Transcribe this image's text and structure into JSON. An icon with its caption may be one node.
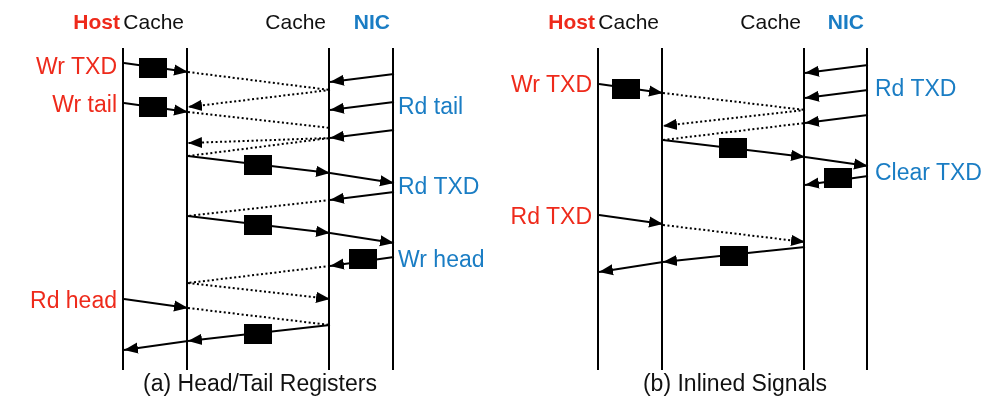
{
  "diagram": {
    "nodes": [
      {
        "text": [
          "Host"
        ]
      },
      {
        "text": [
          "Cache"
        ]
      },
      {
        "text": [
          "Cache"
        ]
      },
      {
        "text": [
          "NIC"
        ]
      },
      {
        "text": [
          "Host"
        ]
      },
      {
        "text": [
          "Cache"
        ]
      },
      {
        "text": [
          "Cache"
        ]
      },
      {
        "text": [
          "NIC"
        ]
      }
    ],
    "edges": [
      {
        "from": 0,
        "to": 1,
        "arrow": "to"
      },
      {
        "from": 1,
        "to": 2,
        "arrow": "none",
        "style": "dashed"
      },
      {
        "from": 3,
        "to": 2,
        "arrow": "to"
      },
      {
        "from": 2,
        "to": 1,
        "arrow": "to",
        "style": "dashed"
      },
      {
        "from": 0,
        "to": 1,
        "arrow": "to"
      },
      {
        "from": 1,
        "to": 2,
        "arrow": "none",
        "style": "dashed"
      },
      {
        "from": 3,
        "to": 2,
        "arrow": "to"
      },
      {
        "from": 3,
        "to": 2,
        "arrow": "to"
      },
      {
        "from": 2,
        "to": 1,
        "arrow": "to",
        "style": "dashed"
      },
      {
        "from": 1,
        "to": 2,
        "arrow": "none",
        "style": "dashed"
      },
      {
        "from": 1,
        "to": 2,
        "arrow": "to"
      },
      {
        "from": 2,
        "to": 3,
        "arrow": "to"
      },
      {
        "from": 3,
        "to": 2,
        "arrow": "to"
      },
      {
        "from": 2,
        "to": 1,
        "arrow": "none",
        "style": "dashed"
      },
      {
        "from": 1,
        "to": 2,
        "arrow": "to"
      },
      {
        "from": 2,
        "to": 3,
        "arrow": "to"
      },
      {
        "from": 3,
        "to": 2,
        "arrow": "to"
      },
      {
        "from": 2,
        "to": 1,
        "arrow": "none",
        "style": "dashed"
      },
      {
        "from": 1,
        "to": 2,
        "arrow": "to",
        "style": "dashed"
      },
      {
        "from": 0,
        "to": 1,
        "arrow": "to"
      },
      {
        "from": 1,
        "to": 2,
        "arrow": "none",
        "style": "dashed"
      },
      {
        "from": 2,
        "to": 1,
        "arrow": "to"
      },
      {
        "from": 1,
        "to": 0,
        "arrow": "to"
      },
      {
        "from": 7,
        "to": 6,
        "arrow": "to"
      },
      {
        "from": 4,
        "to": 5,
        "arrow": "to"
      },
      {
        "from": 7,
        "to": 6,
        "arrow": "to"
      },
      {
        "from": 5,
        "to": 6,
        "arrow": "none",
        "style": "dashed"
      },
      {
        "from": 6,
        "to": 5,
        "arrow": "to",
        "style": "dashed"
      },
      {
        "from": 7,
        "to": 6,
        "arrow": "to"
      },
      {
        "from": 5,
        "to": 6,
        "arrow": "none",
        "style": "dashed"
      },
      {
        "from": 5,
        "to": 6,
        "arrow": "to"
      },
      {
        "from": 6,
        "to": 7,
        "arrow": "to"
      },
      {
        "from": 7,
        "to": 6,
        "arrow": "to"
      },
      {
        "from": 4,
        "to": 5,
        "arrow": "to"
      },
      {
        "from": 5,
        "to": 6,
        "arrow": "to",
        "style": "dashed"
      },
      {
        "from": 6,
        "to": 5,
        "arrow": "to"
      },
      {
        "from": 5,
        "to": 4,
        "arrow": "to"
      }
    ],
    "labels": [
      "Wr TXD",
      "Wr tail",
      "Rd tail",
      "Rd TXD",
      "Wr head",
      "Rd head",
      "Wr TXD",
      "Rd TXD",
      "Clear TXD",
      "Rd TXD",
      "(a) Head/Tail Registers",
      "(b) Inlined Signals"
    ]
  }
}
